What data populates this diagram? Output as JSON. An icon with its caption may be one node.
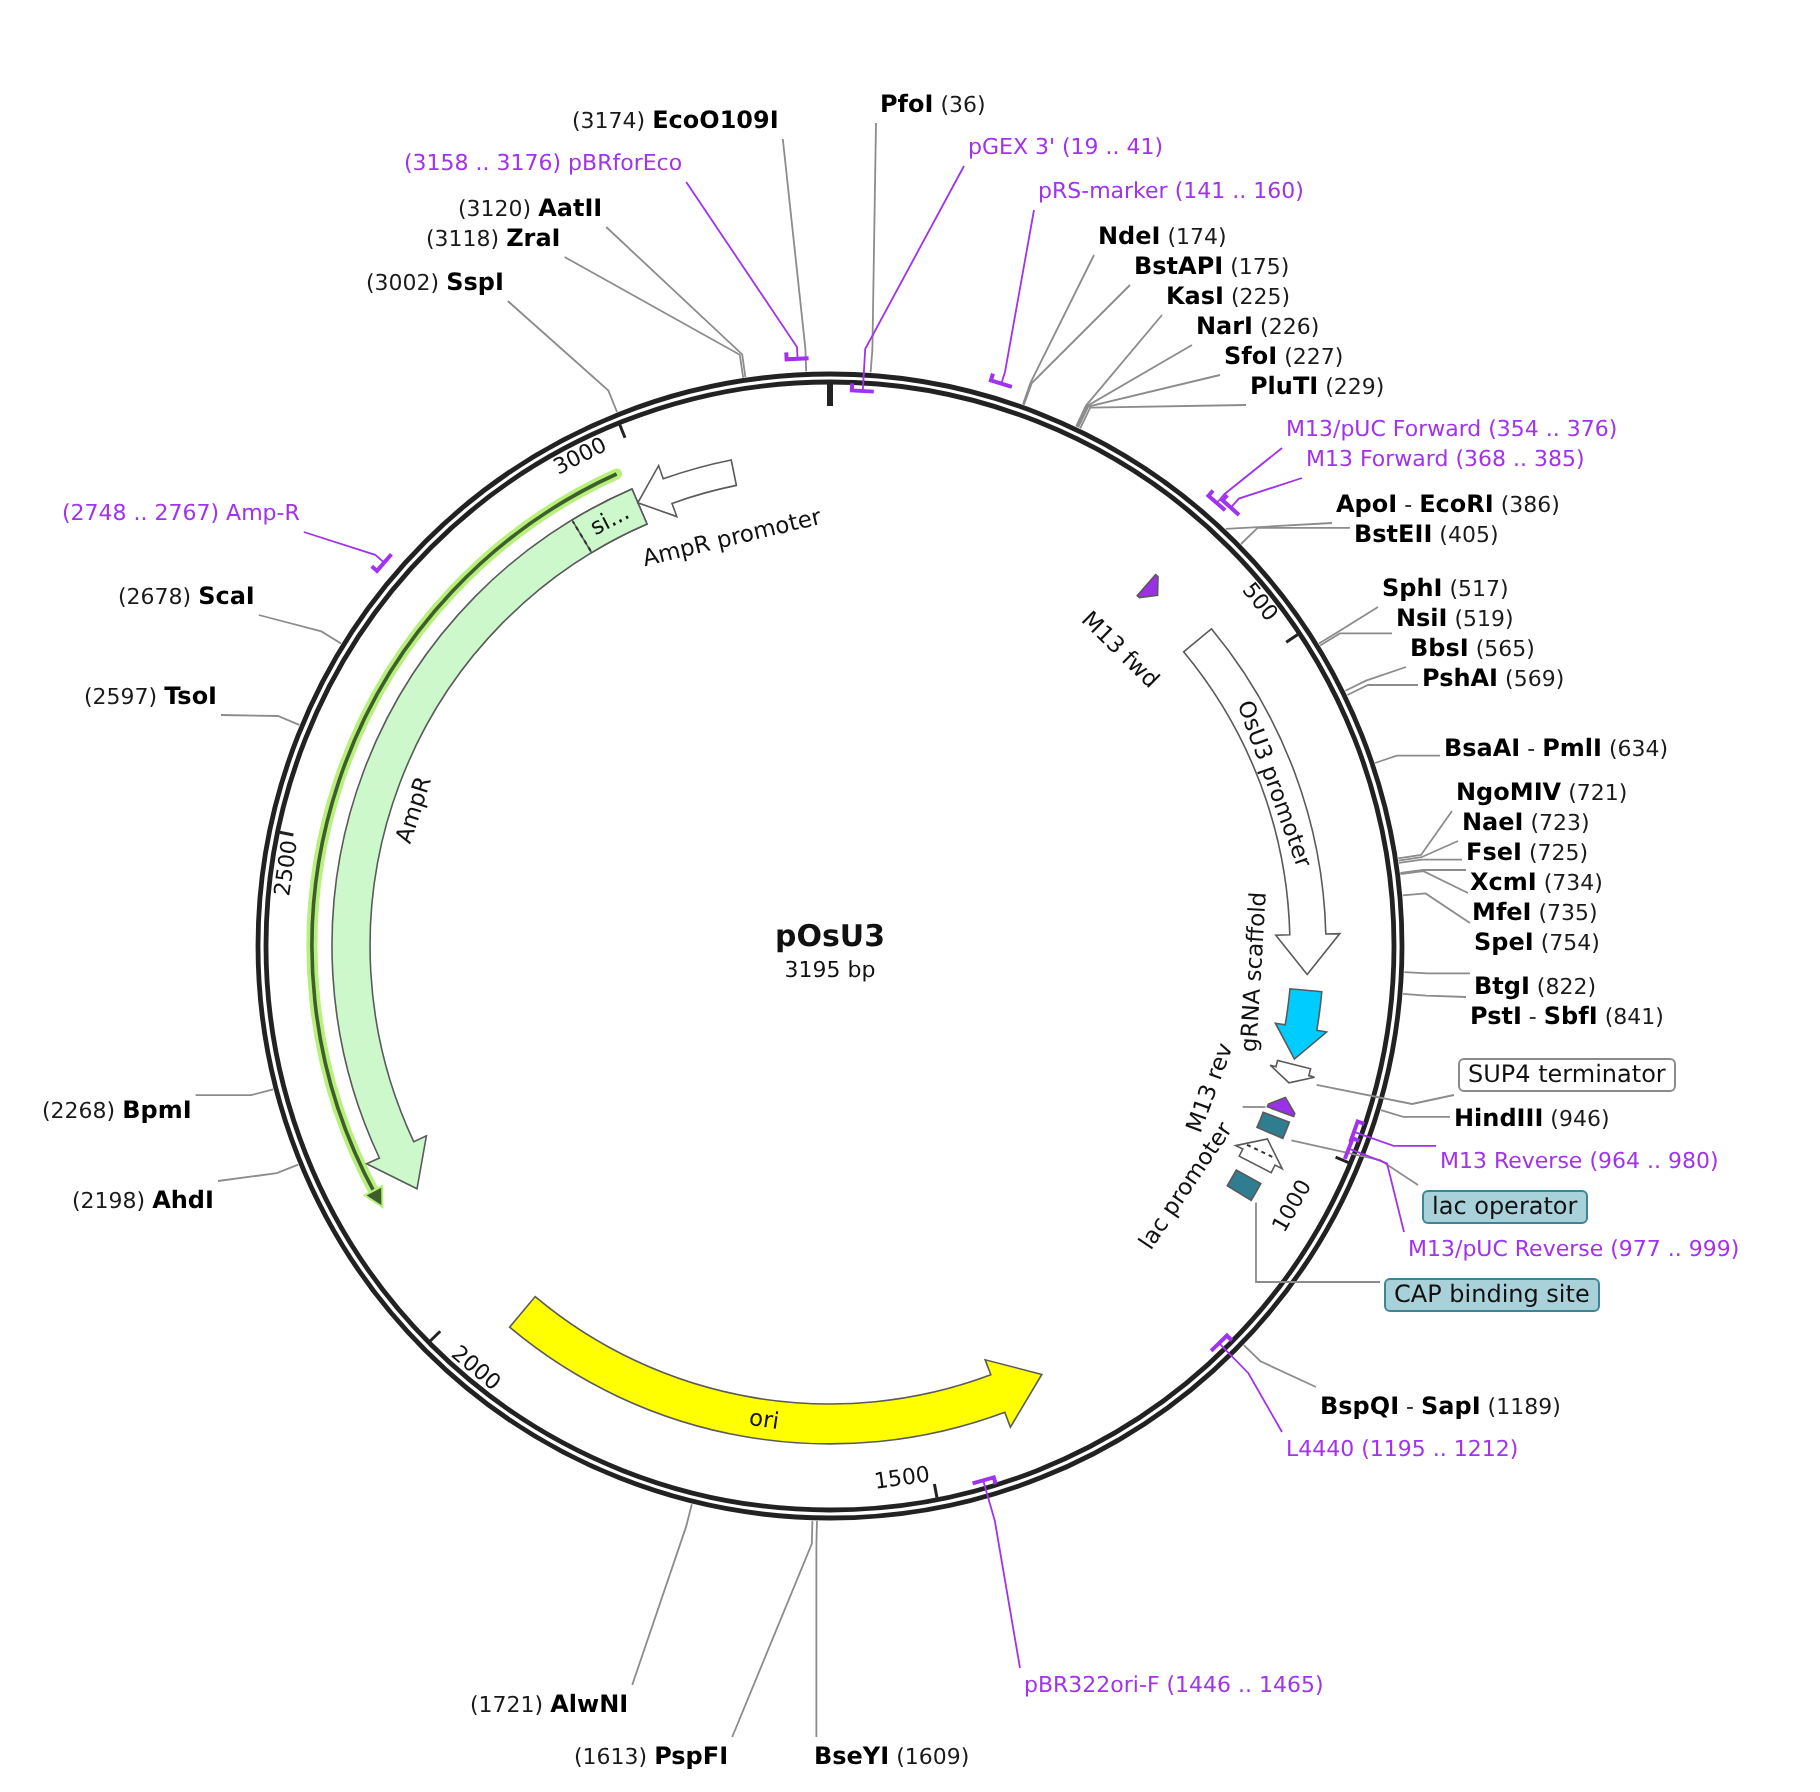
{
  "diagram": {
    "title": "pOsU3",
    "nodes": [
      {
        "text": [
          "**PfoI** (36)"
        ]
      },
      {
        "text": [
          "(3174) **EcoO109I**"
        ]
      },
      {
        "text": [
          "pGEX 3' (19 .. 41)"
        ]
      },
      {
        "text": [
          "(3158 .. 3176) pBRforEco"
        ]
      },
      {
        "text": [
          "pRS-marker (141 .. 160)"
        ]
      },
      {
        "text": [
          "(3120) **AatII**"
        ]
      },
      {
        "text": [
          "**NdeI** (174)"
        ]
      },
      {
        "text": [
          "(3118) **ZraI**"
        ]
      },
      {
        "text": [
          "**BstAPI** (175)"
        ]
      },
      {
        "text": [
          "(3002) **SspI**"
        ]
      },
      {
        "text": [
          "**KasI** (225)"
        ]
      },
      {
        "text": [
          "**NarI** (226)"
        ]
      },
      {
        "text": [
          "**SfoI** (227)"
        ]
      },
      {
        "text": [
          "**PluTI** (229)"
        ]
      },
      {
        "text": [
          "M13/pUC Forward (354 .. 376)"
        ]
      },
      {
        "text": [
          "M13 Forward (368 .. 385)"
        ]
      },
      {
        "text": [
          "**ApoI** - **EcoRI** (386)"
        ]
      },
      {
        "text": [
          "(2748 .. 2767) Amp-R"
        ]
      },
      {
        "text": [
          "**BstEII** (405)"
        ]
      },
      {
        "text": [
          "**SphI** (517)"
        ]
      },
      {
        "text": [
          "(2678) **ScaI**"
        ]
      },
      {
        "text": [
          "**NsiI** (519)"
        ]
      },
      {
        "text": [
          "**BbsI** (565)"
        ]
      },
      {
        "text": [
          "**PshAI** (569)"
        ]
      },
      {
        "text": [
          "(2597) **TsoI**"
        ]
      },
      {
        "text": [
          "**BsaAI** - **PmlI** (634)"
        ]
      },
      {
        "text": [
          "**NgoMIV** (721)"
        ]
      },
      {
        "text": [
          "**NaeI** (723)"
        ]
      },
      {
        "text": [
          "**FseI** (725)"
        ]
      },
      {
        "text": [
          "**XcmI** (734)"
        ]
      },
      {
        "text": [
          "**MfeI** (735)"
        ]
      },
      {
        "text": [
          "**SpeI** (754)"
        ]
      },
      {
        "text": [
          "**BtgI** (822)"
        ]
      },
      {
        "text": [
          "**PstI** - **SbfI** (841)"
        ]
      },
      {
        "text": [
          "SUP4 terminator"
        ]
      },
      {
        "text": [
          "(2268) **BpmI**"
        ]
      },
      {
        "text": [
          "**HindIII** (946)"
        ]
      },
      {
        "text": [
          "M13 Reverse (964 .. 980)"
        ]
      },
      {
        "text": [
          "(2198) **AhdI**"
        ]
      },
      {
        "text": [
          "lac operator"
        ]
      },
      {
        "text": [
          "M13/pUC Reverse (977 .. 999)"
        ]
      },
      {
        "text": [
          "CAP binding site"
        ]
      },
      {
        "text": [
          "**BspQI** - **SapI** (1189)"
        ]
      },
      {
        "text": [
          "L4440 (1195 .. 1212)"
        ]
      },
      {
        "text": [
          "pBR322ori-F (1446 .. 1465)"
        ]
      },
      {
        "text": [
          "(1721) **AlwNI**"
        ]
      },
      {
        "text": [
          "(1613) **PspFI**"
        ]
      },
      {
        "text": [
          "**BseYI** (1609)"
        ]
      },
      {
        "text": [
          "AmpR"
        ]
      },
      {
        "text": [
          "si..."
        ],
        "in": 48
      },
      {
        "text": [
          "AmpR promoter"
        ]
      },
      {
        "text": [
          "M13 fwd"
        ]
      },
      {
        "text": [
          "OsU3 promoter"
        ]
      },
      {
        "text": [
          "gRNA scaffold"
        ]
      },
      {
        "text": [],
        "shape": "arrow"
      },
      {
        "text": [
          "M13 rev"
        ]
      },
      {
        "text": [],
        "shape": "arrow"
      },
      {
        "text": [],
        "shape": "box"
      },
      {
        "text": [
          "lac promoter"
        ]
      },
      {
        "text": [],
        "shape": "box"
      },
      {
        "text": [
          "ori"
        ]
      }
    ],
    "edges": [
      {
        "from": 0,
        "to": null,
        "arrow": "none"
      },
      {
        "from": 1,
        "to": null,
        "arrow": "none"
      },
      {
        "from": 2,
        "to": null,
        "arrow": "other",
        "color": "#a032f0"
      },
      {
        "from": 3,
        "to": null,
        "arrow": "other",
        "color": "#a032f0"
      },
      {
        "from": 4,
        "to": null,
        "arrow": "other",
        "color": "#a032f0"
      },
      {
        "from": 5,
        "to": null,
        "arrow": "none"
      },
      {
        "from": 6,
        "to": null,
        "arrow": "none"
      },
      {
        "from": 7,
        "to": null,
        "arrow": "none"
      },
      {
        "from": 8,
        "to": null,
        "arrow": "none"
      },
      {
        "from": 9,
        "to": null,
        "arrow": "none"
      },
      {
        "from": 10,
        "to": null,
        "arrow": "none"
      },
      {
        "from": 11,
        "to": null,
        "arrow": "none"
      },
      {
        "from": 12,
        "to": null,
        "arrow": "none"
      },
      {
        "from": 13,
        "to": null,
        "arrow": "none"
      },
      {
        "from": 14,
        "to": null,
        "arrow": "other",
        "color": "#a032f0"
      },
      {
        "from": 15,
        "to": null,
        "arrow": "other",
        "color": "#a032f0"
      },
      {
        "from": 16,
        "to": null,
        "arrow": "none"
      },
      {
        "from": 17,
        "to": null,
        "arrow": "other",
        "color": "#a032f0"
      },
      {
        "from": 18,
        "to": null,
        "arrow": "none"
      },
      {
        "from": 19,
        "to": null,
        "arrow": "none"
      },
      {
        "from": 20,
        "to": null,
        "arrow": "none"
      },
      {
        "from": 21,
        "to": null,
        "arrow": "none"
      },
      {
        "from": 22,
        "to": null,
        "arrow": "none"
      },
      {
        "from": 23,
        "to": null,
        "arrow": "none"
      },
      {
        "from": 24,
        "to": null,
        "arrow": "none"
      },
      {
        "from": 25,
        "to": null,
        "arrow": "none"
      },
      {
        "from": 26,
        "to": null,
        "arrow": "none"
      },
      {
        "from": 27,
        "to": null,
        "arrow": "none"
      },
      {
        "from": 28,
        "to": null,
        "arrow": "none"
      },
      {
        "from": 29,
        "to": null,
        "arrow": "none"
      },
      {
        "from": 30,
        "to": null,
        "arrow": "none"
      },
      {
        "from": 31,
        "to": null,
        "arrow": "none"
      },
      {
        "from": 32,
        "to": null,
        "arrow": "none"
      },
      {
        "from": 33,
        "to": null,
        "arrow": "none"
      },
      {
        "from": 34,
        "to": 54,
        "arrow": "none"
      },
      {
        "from": 35,
        "to": null,
        "arrow": "none"
      },
      {
        "from": 36,
        "to": null,
        "arrow": "none"
      },
      {
        "from": 37,
        "to": null,
        "arrow": "other",
        "color": "#a032f0"
      },
      {
        "from": 38,
        "to": null,
        "arrow": "none"
      },
      {
        "from": 39,
        "to": 57,
        "arrow": "none"
      },
      {
        "from": 40,
        "to": null,
        "arrow": "other",
        "color": "#a032f0"
      },
      {
        "from": 41,
        "to": 59,
        "arrow": "none"
      },
      {
        "from": 42,
        "to": null,
        "arrow": "none"
      },
      {
        "from": 43,
        "to": null,
        "arrow": "other",
        "color": "#a032f0"
      },
      {
        "from": 44,
        "to": null,
        "arrow": "other",
        "color": "#a032f0"
      },
      {
        "from": 45,
        "to": null,
        "arrow": "none"
      },
      {
        "from": 46,
        "to": null,
        "arrow": "none"
      },
      {
        "from": 47,
        "to": null,
        "arrow": "none"
      },
      {
        "from": 55,
        "to": 56,
        "arrow": "none"
      }
    ],
    "labels": [
      "3000",
      "500",
      "2500",
      "3195 bp",
      "1000",
      "2000",
      "1500"
    ]
  }
}
